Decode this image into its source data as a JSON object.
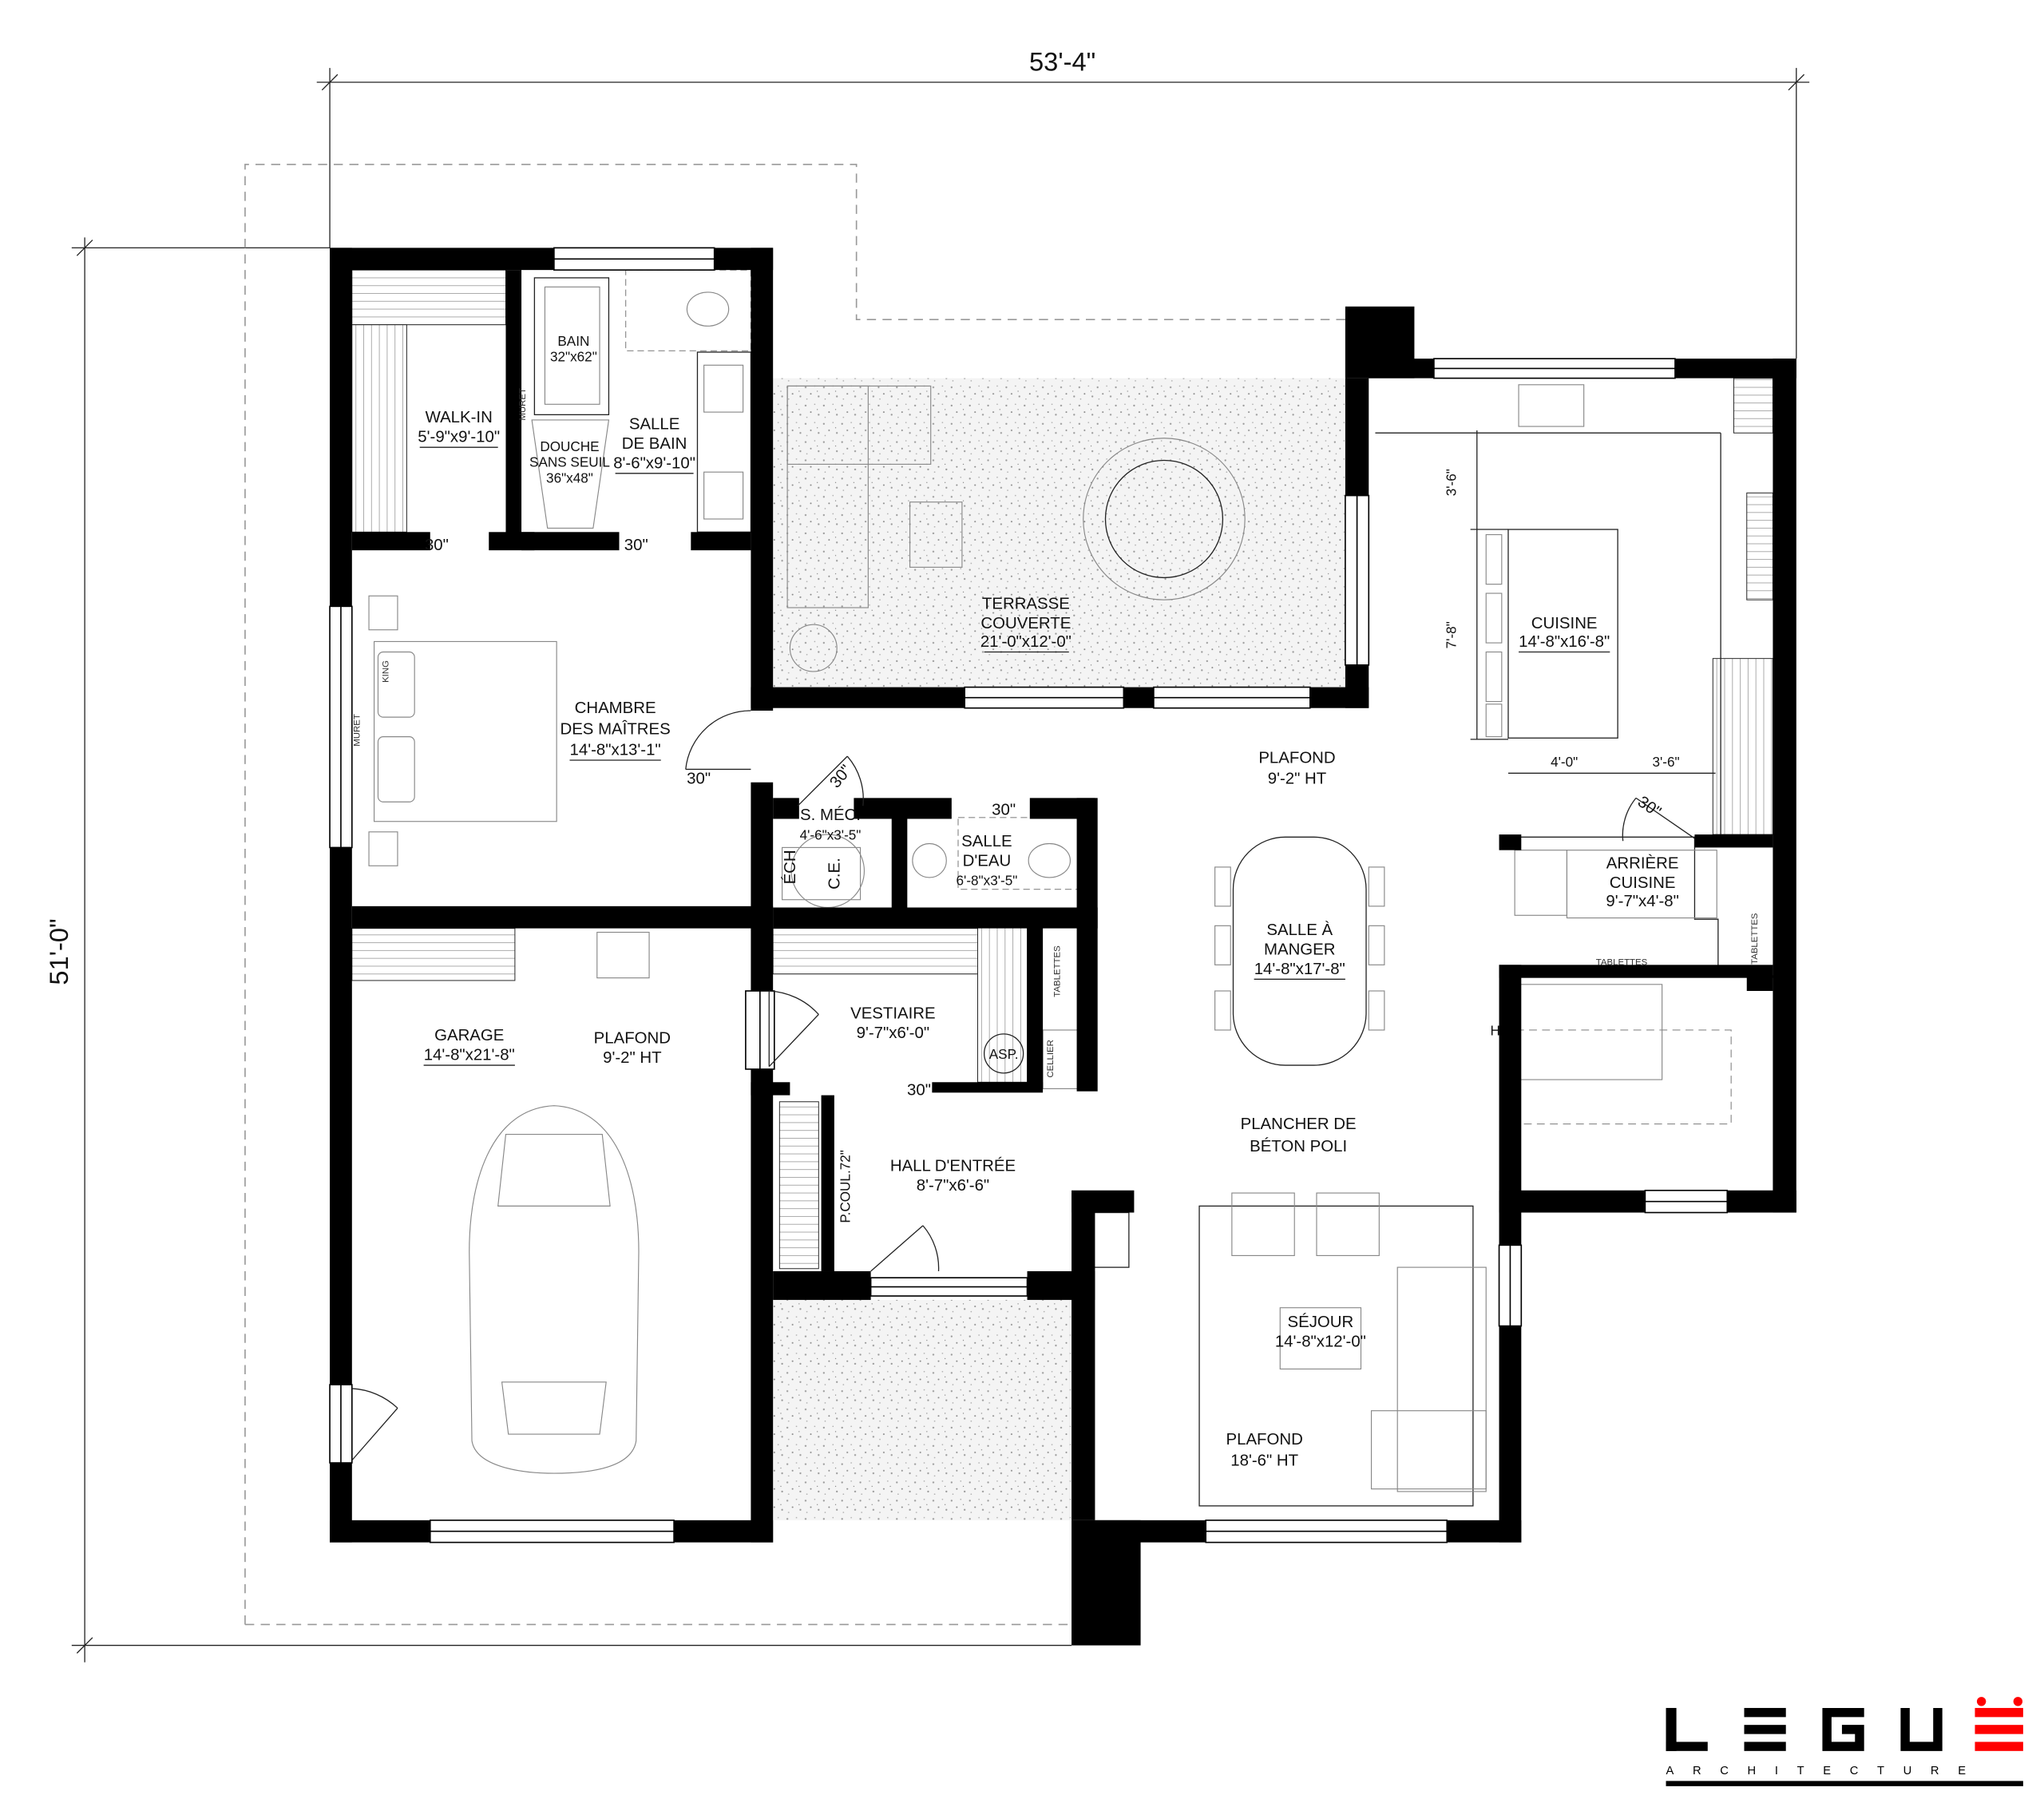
{
  "dimensions": {
    "width": "53'-4\"",
    "depth": "51'-0\""
  },
  "rooms": {
    "walk_in": {
      "name": "WALK-IN",
      "size": "5'-9\"x9'-10\""
    },
    "bain": {
      "name": "BAIN",
      "size": "32\"x62\""
    },
    "douche": {
      "line1": "DOUCHE",
      "line2": "SANS SEUIL",
      "size": "36\"x48\""
    },
    "salle_de_bain": {
      "line1": "SALLE",
      "line2": "DE BAIN",
      "size": "8'-6\"x9'-10\""
    },
    "terrasse": {
      "line1": "TERRASSE",
      "line2": "COUVERTE",
      "size": "21'-0\"x12'-0\""
    },
    "chambre": {
      "line1": "CHAMBRE",
      "line2": "DES MAÎTRES",
      "size": "14'-8\"x13'-1\""
    },
    "s_mec": {
      "name": "S. MÉC.",
      "size": "4'-6\"x3'-5\"",
      "ech": "ÉCH",
      "ce": "C.E."
    },
    "salle_deau": {
      "line1": "SALLE",
      "line2": "D'EAU",
      "size": "6'-8\"x3'-5\""
    },
    "cuisine": {
      "name": "CUISINE",
      "size": "14'-8\"x16'-8\""
    },
    "arriere_cuisine": {
      "line1": "ARRIÈRE",
      "line2": "CUISINE",
      "size": "9'-7\"x4'-8\""
    },
    "salle_a_manger": {
      "line1": "SALLE À",
      "line2": "MANGER",
      "size": "14'-8\"x17'-8\""
    },
    "garage": {
      "name": "GARAGE",
      "size": "14'-8\"x21'-8\""
    },
    "vestiaire": {
      "name": "VESTIAIRE",
      "size": "9'-7\"x6'-0\""
    },
    "hall": {
      "name": "HALL D'ENTRÉE",
      "size": "8'-7\"x6'-6\""
    },
    "sejour": {
      "name": "SÉJOUR",
      "size": "14'-8\"x12'-0\""
    }
  },
  "notes": {
    "plafond_label": "PLAFOND",
    "plafond_92": "9'-2\" HT",
    "plafond_186": "18'-6\" HT",
    "plancher_line1": "PLANCHER DE",
    "plancher_line2": "BÉTON POLI",
    "muret": "MURET",
    "tablettes": "TABLETTES",
    "cellier": "CELLIER",
    "asp": "ASP.",
    "pcoul": "P.COUL.72\"",
    "king": "KING",
    "stair_h": "H",
    "door_30": "30\""
  },
  "kitchen_dims": {
    "d1": "3'-6\"",
    "d2": "7'-8\"",
    "d3": "4'-0\"",
    "d4": "3'-6\""
  },
  "logo": {
    "name": "LEGUË",
    "sub": "ARCHITECTURE",
    "accent": "#ff0000"
  }
}
